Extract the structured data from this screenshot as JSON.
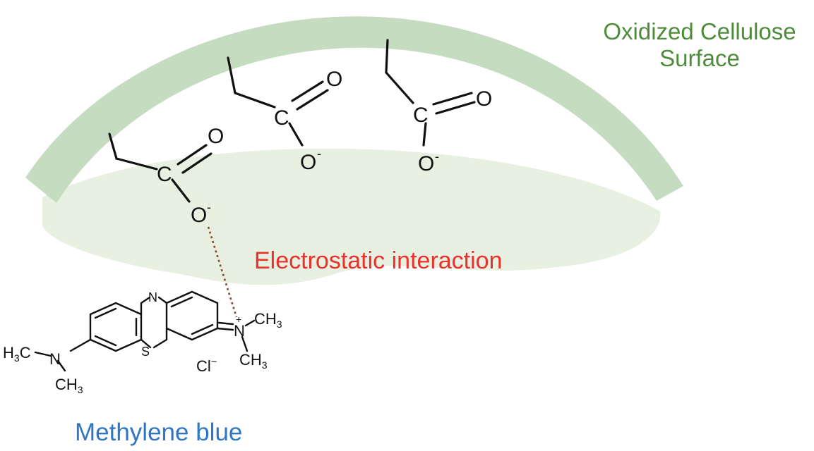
{
  "labels": {
    "surface_line1": "Oxidized Cellulose",
    "surface_line2": "Surface",
    "interaction": "Electrostatic interaction",
    "dye": "Methylene blue"
  },
  "atoms": {
    "carbon": "C",
    "oxygen": "O",
    "charge_neg": "-",
    "charge_pos": "+",
    "nitrogen": "N",
    "sulfur": "S",
    "methyl": "CH",
    "methyl_sub": "3",
    "methyl_left": "H",
    "methyl_left_sub": "3",
    "methyl_left_tail": "C",
    "chloride": "Cl",
    "chloride_charge": "−"
  },
  "colors": {
    "surface_band": "#c6dcc0",
    "surface_fill": "#e7f0e1",
    "surface_text": "#4e8c3c",
    "interaction_text": "#e8322b",
    "interaction_line": "#8b4a2b",
    "dye_text": "#2f77c2",
    "bond": "#111111"
  }
}
